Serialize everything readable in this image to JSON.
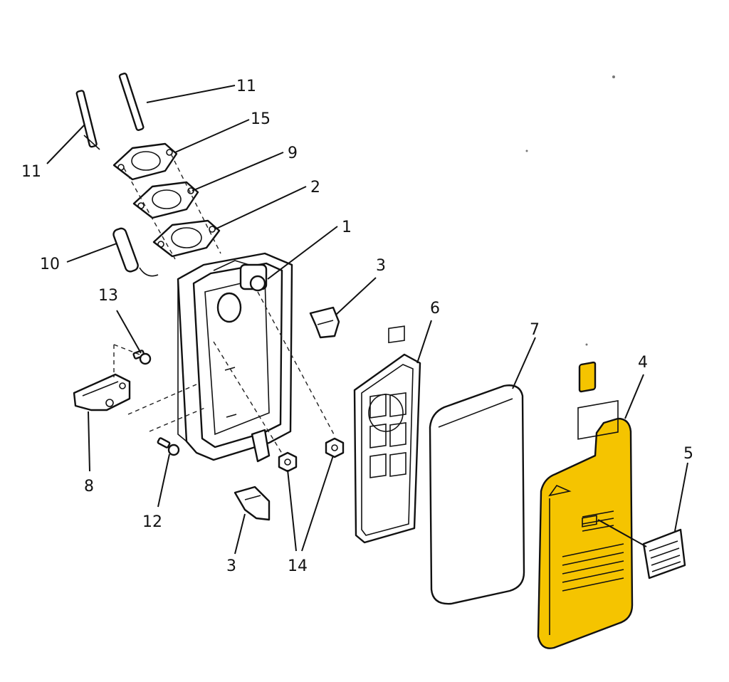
{
  "callouts": {
    "c11a": "11",
    "c11b": "11",
    "c15": "15",
    "c9": "9",
    "c2": "2",
    "c1": "1",
    "c10": "10",
    "c3a": "3",
    "c13": "13",
    "c6": "6",
    "c7": "7",
    "c4": "4",
    "c8": "8",
    "c5": "5",
    "c12": "12",
    "c3b": "3",
    "c14": "14"
  },
  "colors": {
    "highlight": "#f5c400",
    "line": "#111111",
    "background": "#ffffff"
  }
}
